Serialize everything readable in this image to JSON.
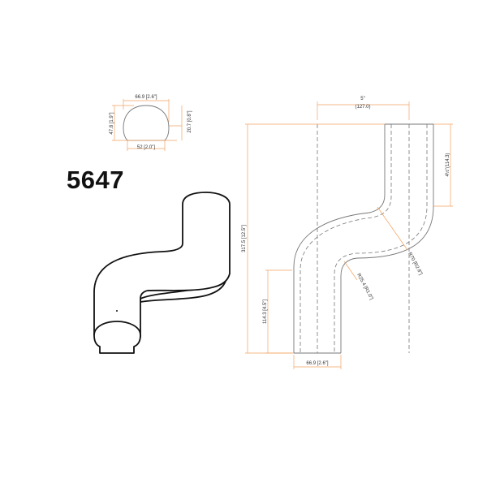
{
  "part_number": "5647",
  "section": {
    "width": "66.9 [2.6\"]",
    "height": "47.8 [1.9\"]",
    "flat_height": "20.7 [0.8\"]",
    "base_width": "52 [2.0\"]"
  },
  "elevation": {
    "offset_in": "5\"",
    "offset_mm": "(127.0)",
    "overall_length": "317.5 [12.5\"]",
    "top_leg": "4½\"(114.3)",
    "bottom_leg": "114.3 [4.5\"]",
    "bottom_width": "66.9 [2.6\"]",
    "radius_large": "R70 [R2.8\"]",
    "radius_small": "R25.4 [R1.0\"]"
  },
  "colors": {
    "dimension": "#f4a462",
    "outline": "#777777"
  }
}
